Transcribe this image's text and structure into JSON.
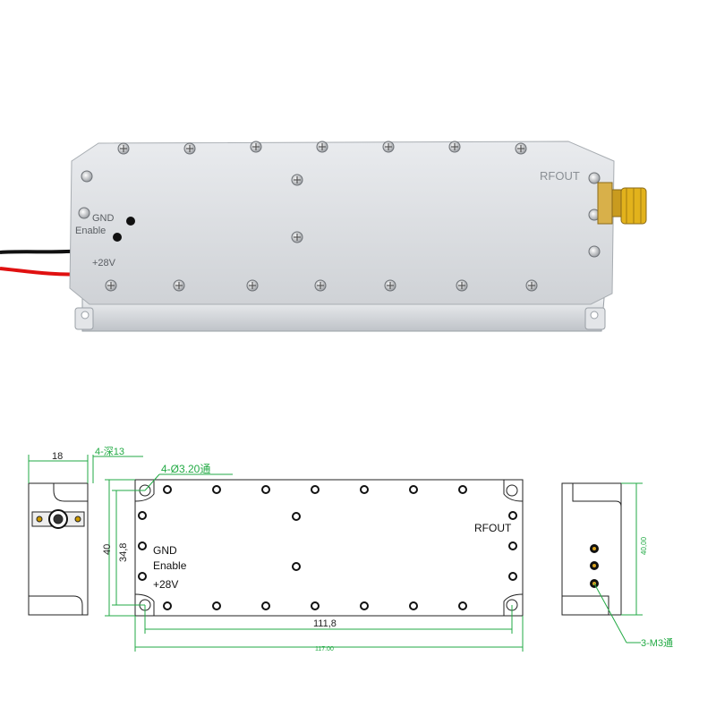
{
  "photo": {
    "labels": {
      "gnd": "GND",
      "enable": "Enable",
      "v28": "+28V",
      "rfout": "RFOUT"
    }
  },
  "drawing": {
    "side_view": {
      "width_dim": "18",
      "depth_note": "4-深13"
    },
    "top_view": {
      "hole_note": "4-Ø3.20通",
      "labels": {
        "gnd": "GND",
        "enable": "Enable",
        "v28": "+28V",
        "rfout": "RFOUT"
      },
      "dims": {
        "height_outer": "40",
        "height_inner": "34,8",
        "length_inner": "111,8",
        "length_outer": "117.00"
      }
    },
    "end_view": {
      "height_dim": "40,00",
      "thread_note": "3-M3通"
    }
  },
  "colors": {
    "dimension_green": "#22aa44",
    "outline": "#222222",
    "housing_silver": "#d9dbde",
    "connector_gold": "#e2b21c",
    "wire_red": "#e01010",
    "wire_black": "#111111"
  }
}
